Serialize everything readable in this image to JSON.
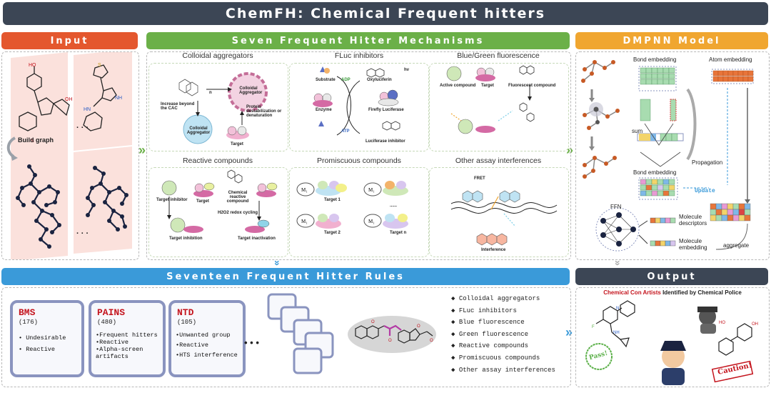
{
  "title": "ChemFH: Chemical Frequent hitters",
  "colors": {
    "title_bg": "#3c4655",
    "input": "#e4572e",
    "mechanisms": "#6bb048",
    "model": "#f0a630",
    "rules": "#3a9ad9",
    "output": "#3c4655"
  },
  "input": {
    "header": "Input",
    "build_graph": "Build graph",
    "ellipsis": "· · ·"
  },
  "mechanisms": {
    "header": "Seven Frequent Hitter Mechanisms",
    "panels": [
      {
        "title": "Colloidal aggregators",
        "labels": [
          "Increase beyond the CAC",
          "Colloidal Aggregator",
          "Colloidal Aggregator",
          "Protein destabilization or denaturation",
          "Target",
          "n"
        ]
      },
      {
        "title": "FLuc inhibitors",
        "labels": [
          "Substrate",
          "ADP",
          "Oxyluciferin",
          "hν",
          "Enzyme",
          "Firefly Luciferase",
          "ATP",
          "Luciferase inhibitor"
        ]
      },
      {
        "title": "Blue/Green fluorescence",
        "labels": [
          "Active compound",
          "Target",
          "Fluorescent compound"
        ]
      },
      {
        "title": "Reactive compounds",
        "labels": [
          "Target inhibitor",
          "Target",
          "Chemical reactive compound",
          "H2O2 redox cycling",
          "Target inhibition",
          "Target inactivation"
        ]
      },
      {
        "title": "Promiscuous compounds",
        "labels": [
          "Target 1",
          "Target 2",
          "Target n",
          "......"
        ]
      },
      {
        "title": "Other assay interferences",
        "labels": [
          "FRET",
          "Interference"
        ]
      }
    ]
  },
  "model": {
    "header": "DMPNN Model",
    "bond_embedding": "Bond embedding",
    "atom_embedding": "Atom embedding",
    "sum": "sum",
    "propagation": "Propagation",
    "bond_embedding2": "Bond embedding",
    "update": "Update",
    "ffn": "FFN",
    "descriptors": "Molecule descriptors",
    "embedding": "Molecule embedding",
    "aggregate": "aggregate"
  },
  "rules": {
    "header": "Seventeen Frequent Hitter Rules",
    "docs": [
      {
        "name": "BMS",
        "count": "(176)",
        "items": [
          "Undesirable",
          "Reactive"
        ]
      },
      {
        "name": "PAINS",
        "count": "(480)",
        "items": [
          "Frequent hitters",
          "Reactive",
          "Alpha-screen artifacts"
        ]
      },
      {
        "name": "NTD",
        "count": "(105)",
        "items": [
          "Unwanted group",
          "Reactive",
          "HTS interference"
        ]
      }
    ],
    "ellipsis": "• • •",
    "list": [
      "Colloidal aggregators",
      "FLuc inhibitors",
      "Blue fluorescence",
      "Green fluorescence",
      "Reactive compounds",
      "Promiscuous compounds",
      "Other assay interferences"
    ]
  },
  "output": {
    "header": "Output",
    "caption_red": "Chemical Con Artists",
    "caption_rest": " Identified by Chemical Police",
    "pass": "Pass!",
    "caution": "Caution!"
  }
}
